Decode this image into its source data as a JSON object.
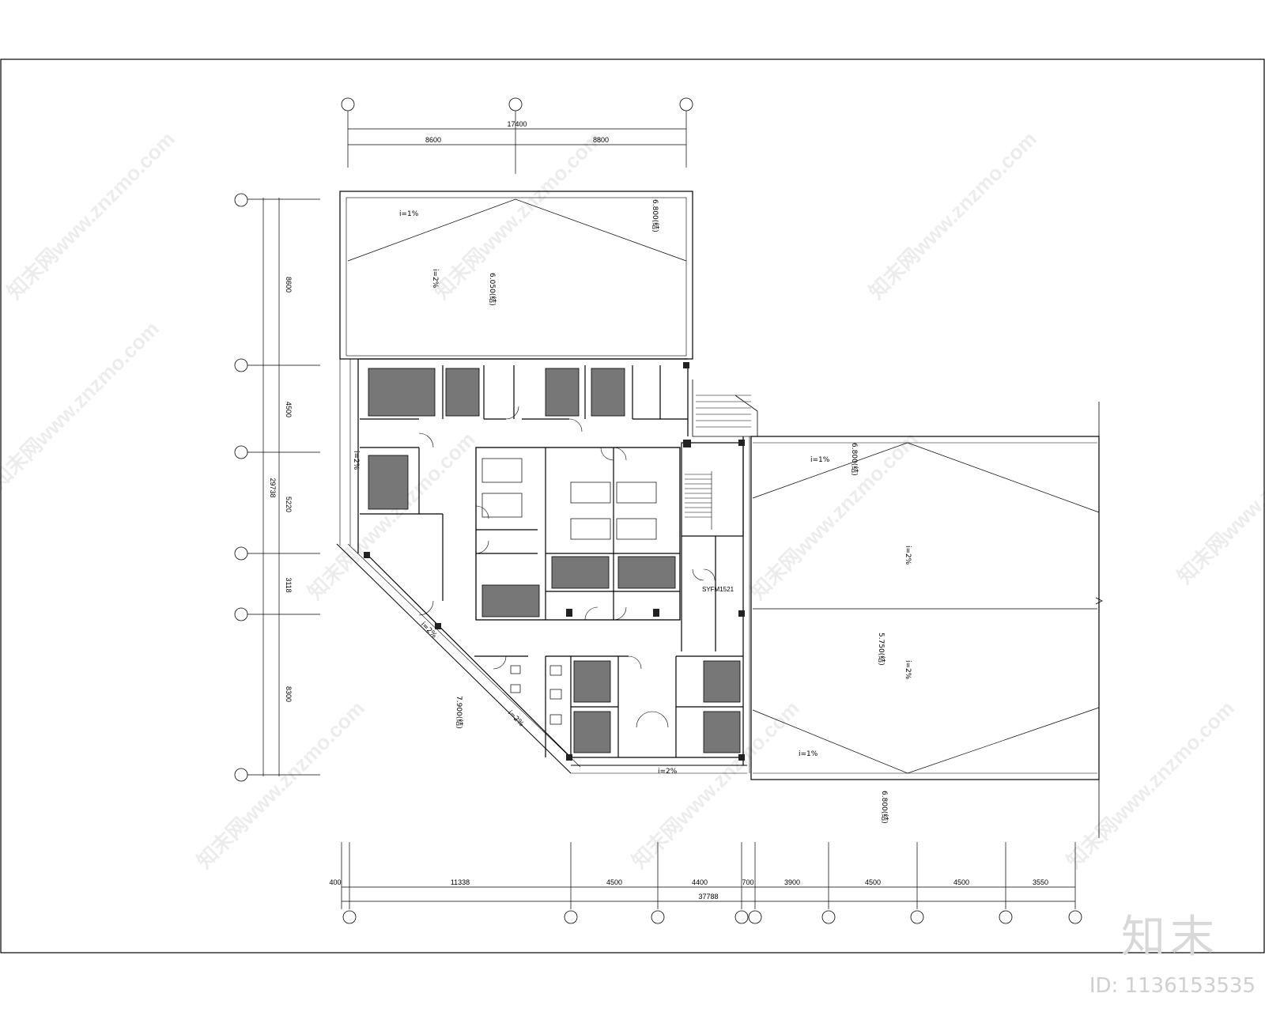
{
  "top_dims": {
    "total": "17400",
    "left": "8600",
    "right": "8800"
  },
  "left_dims": {
    "d1": "8600",
    "d2": "4500",
    "d3": "5220",
    "d4": "3118",
    "d5": "8300",
    "total": "29738"
  },
  "bottom_dims": {
    "segments": [
      "400",
      "11338",
      "4500",
      "4400",
      "700",
      "3900",
      "4500",
      "4500",
      "3550"
    ],
    "total": "37788"
  },
  "slopes": {
    "top_i": "i=1%",
    "top_i2": "i=2%",
    "left_i": "i=2%",
    "right_top_i": "i=1%",
    "right_mid_i": "i=2%",
    "right_mid_i2": "i=2%",
    "right_bot_i": "i=1%",
    "bottom_i": "i=2%",
    "diag_i": "i=2%",
    "diag_i2": "i=2%"
  },
  "elevations": {
    "top_edge": "6.800(结)",
    "top_center": "6.050(结)",
    "right_top": "6.800(结)",
    "right_center": "5.750(结)",
    "right_bottom": "6.800(结)",
    "diag": "7.900(结)"
  },
  "room_labels": {
    "stair_door": "SYFM1521"
  },
  "watermark": "知末网www.znzmo.com",
  "brand": "知末",
  "image_id": "ID: 1136153535"
}
